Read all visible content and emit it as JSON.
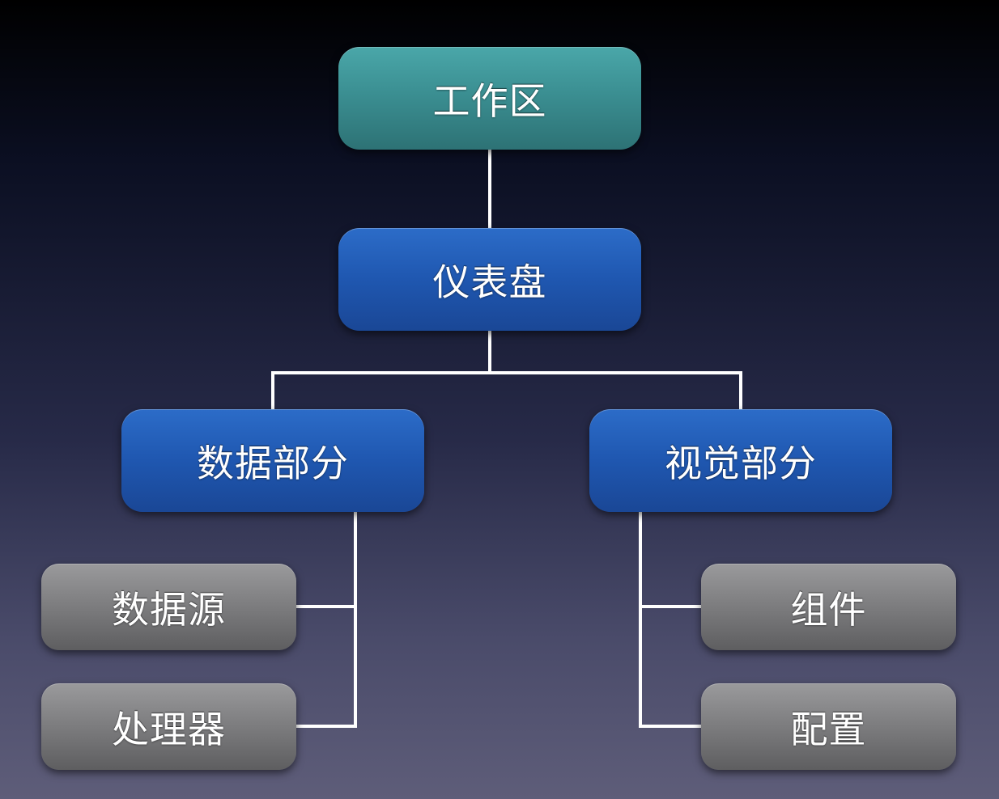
{
  "diagram": {
    "root": {
      "label": "工作区"
    },
    "dashboard": {
      "label": "仪表盘"
    },
    "data_section": {
      "label": "数据部分",
      "children": [
        {
          "label": "数据源"
        },
        {
          "label": "处理器"
        }
      ]
    },
    "visual_section": {
      "label": "视觉部分",
      "children": [
        {
          "label": "组件"
        },
        {
          "label": "配置"
        }
      ]
    }
  },
  "colors": {
    "root_node": "#3b8f92",
    "section_node": "#1f57b0",
    "leaf_node": "#7c7c7e",
    "connector": "#ffffff"
  }
}
